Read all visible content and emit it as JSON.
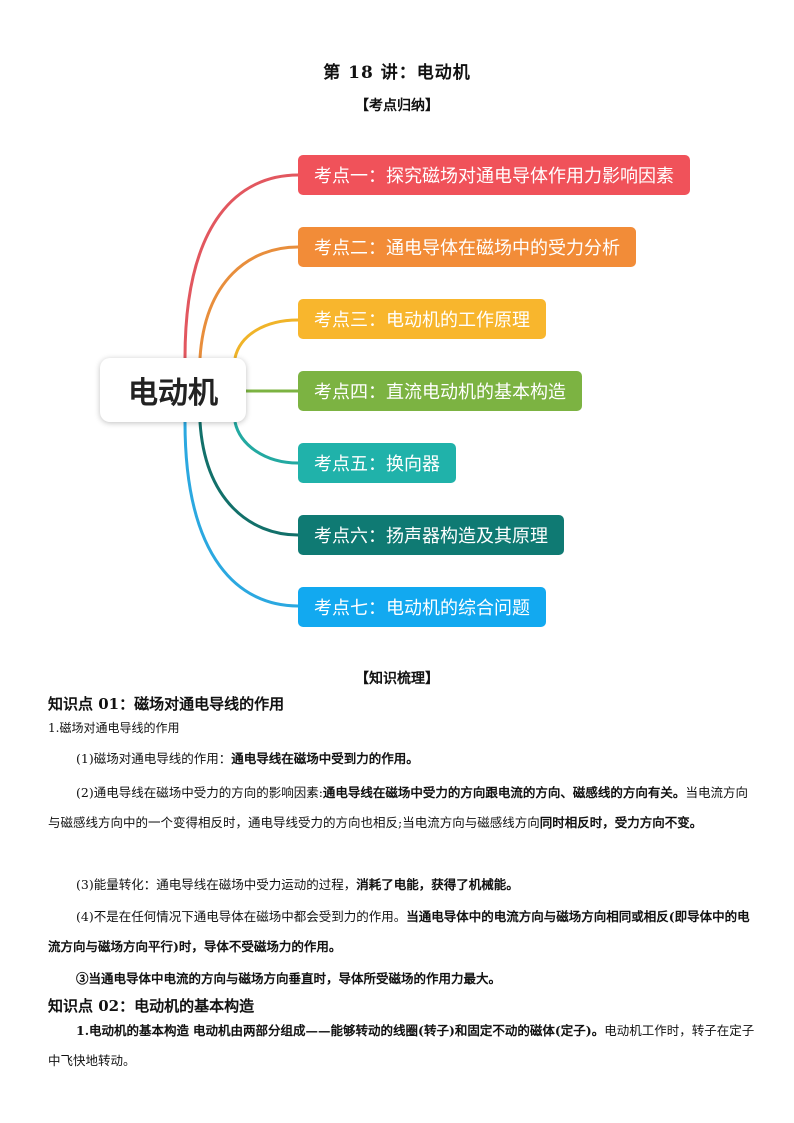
{
  "header": {
    "title": "第 18 讲：电动机",
    "section1": "【考点归纳】",
    "section2": "【知识梳理】"
  },
  "mindmap": {
    "center": "电动机",
    "branches": [
      {
        "label": "考点一：探究磁场对通电导体作用力影响因素",
        "color": "#F0525A"
      },
      {
        "label": "考点二：通电导体在磁场中的受力分析",
        "color": "#F28C38"
      },
      {
        "label": "考点三：电动机的工作原理",
        "color": "#F8B62D"
      },
      {
        "label": "考点四：直流电动机的基本构造",
        "color": "#7CB342"
      },
      {
        "label": "考点五：换向器",
        "color": "#20B2AA"
      },
      {
        "label": "考点六：扬声器构造及其原理",
        "color": "#0F7A73"
      },
      {
        "label": "考点七：电动机的综合问题",
        "color": "#12A9F0"
      }
    ]
  },
  "kp1": {
    "title": "知识点 01：磁场对通电导线的作用",
    "sub": "1.磁场对通电导线的作用",
    "p1a": "(1)磁场对通电导线的作用：",
    "p1b": "通电导线在磁场中受到力的作用。",
    "p2a": "(2)通电导线在磁场中受力的方向的影响因素:",
    "p2b": "通电导线在磁场中受力的方向跟电流的方向、磁感线的方向有关。",
    "p2c": "当电流方向与磁感线方向中的一个变得相反时，通电导线受力的方向也相反;当电流方向与磁感线方向",
    "p2d": "同时相反时，",
    "p2e": "受力方向不变。",
    "p3a": "(3)能量转化：通电导线在磁场中受力运动的过程，",
    "p3b": "消耗了电能，获得了机械能。",
    "p4a": "(4)不是在任何情况下通电导体在磁场中都会受到力的作用。",
    "p4b": "当通电导体中的电流方向与磁场方向相同或相反(即",
    "p4c": "导体中的电流方向与磁场方向平行)时，导体不受磁场力的作用。",
    "p5": "③当通电导体中电流的方向与磁场方向垂直时，导体所受磁场的作用力最大。"
  },
  "kp2": {
    "title": "知识点 02：电动机的基本构造",
    "p1a": "1.电动机的基本构造",
    "p1b": "电动机由两部分组成——能够转动的线圈(转子)和固定不动的磁体(定子)。",
    "p1c": "电动机工作时，",
    "p1d": "转子在定子中飞快地转动。"
  }
}
